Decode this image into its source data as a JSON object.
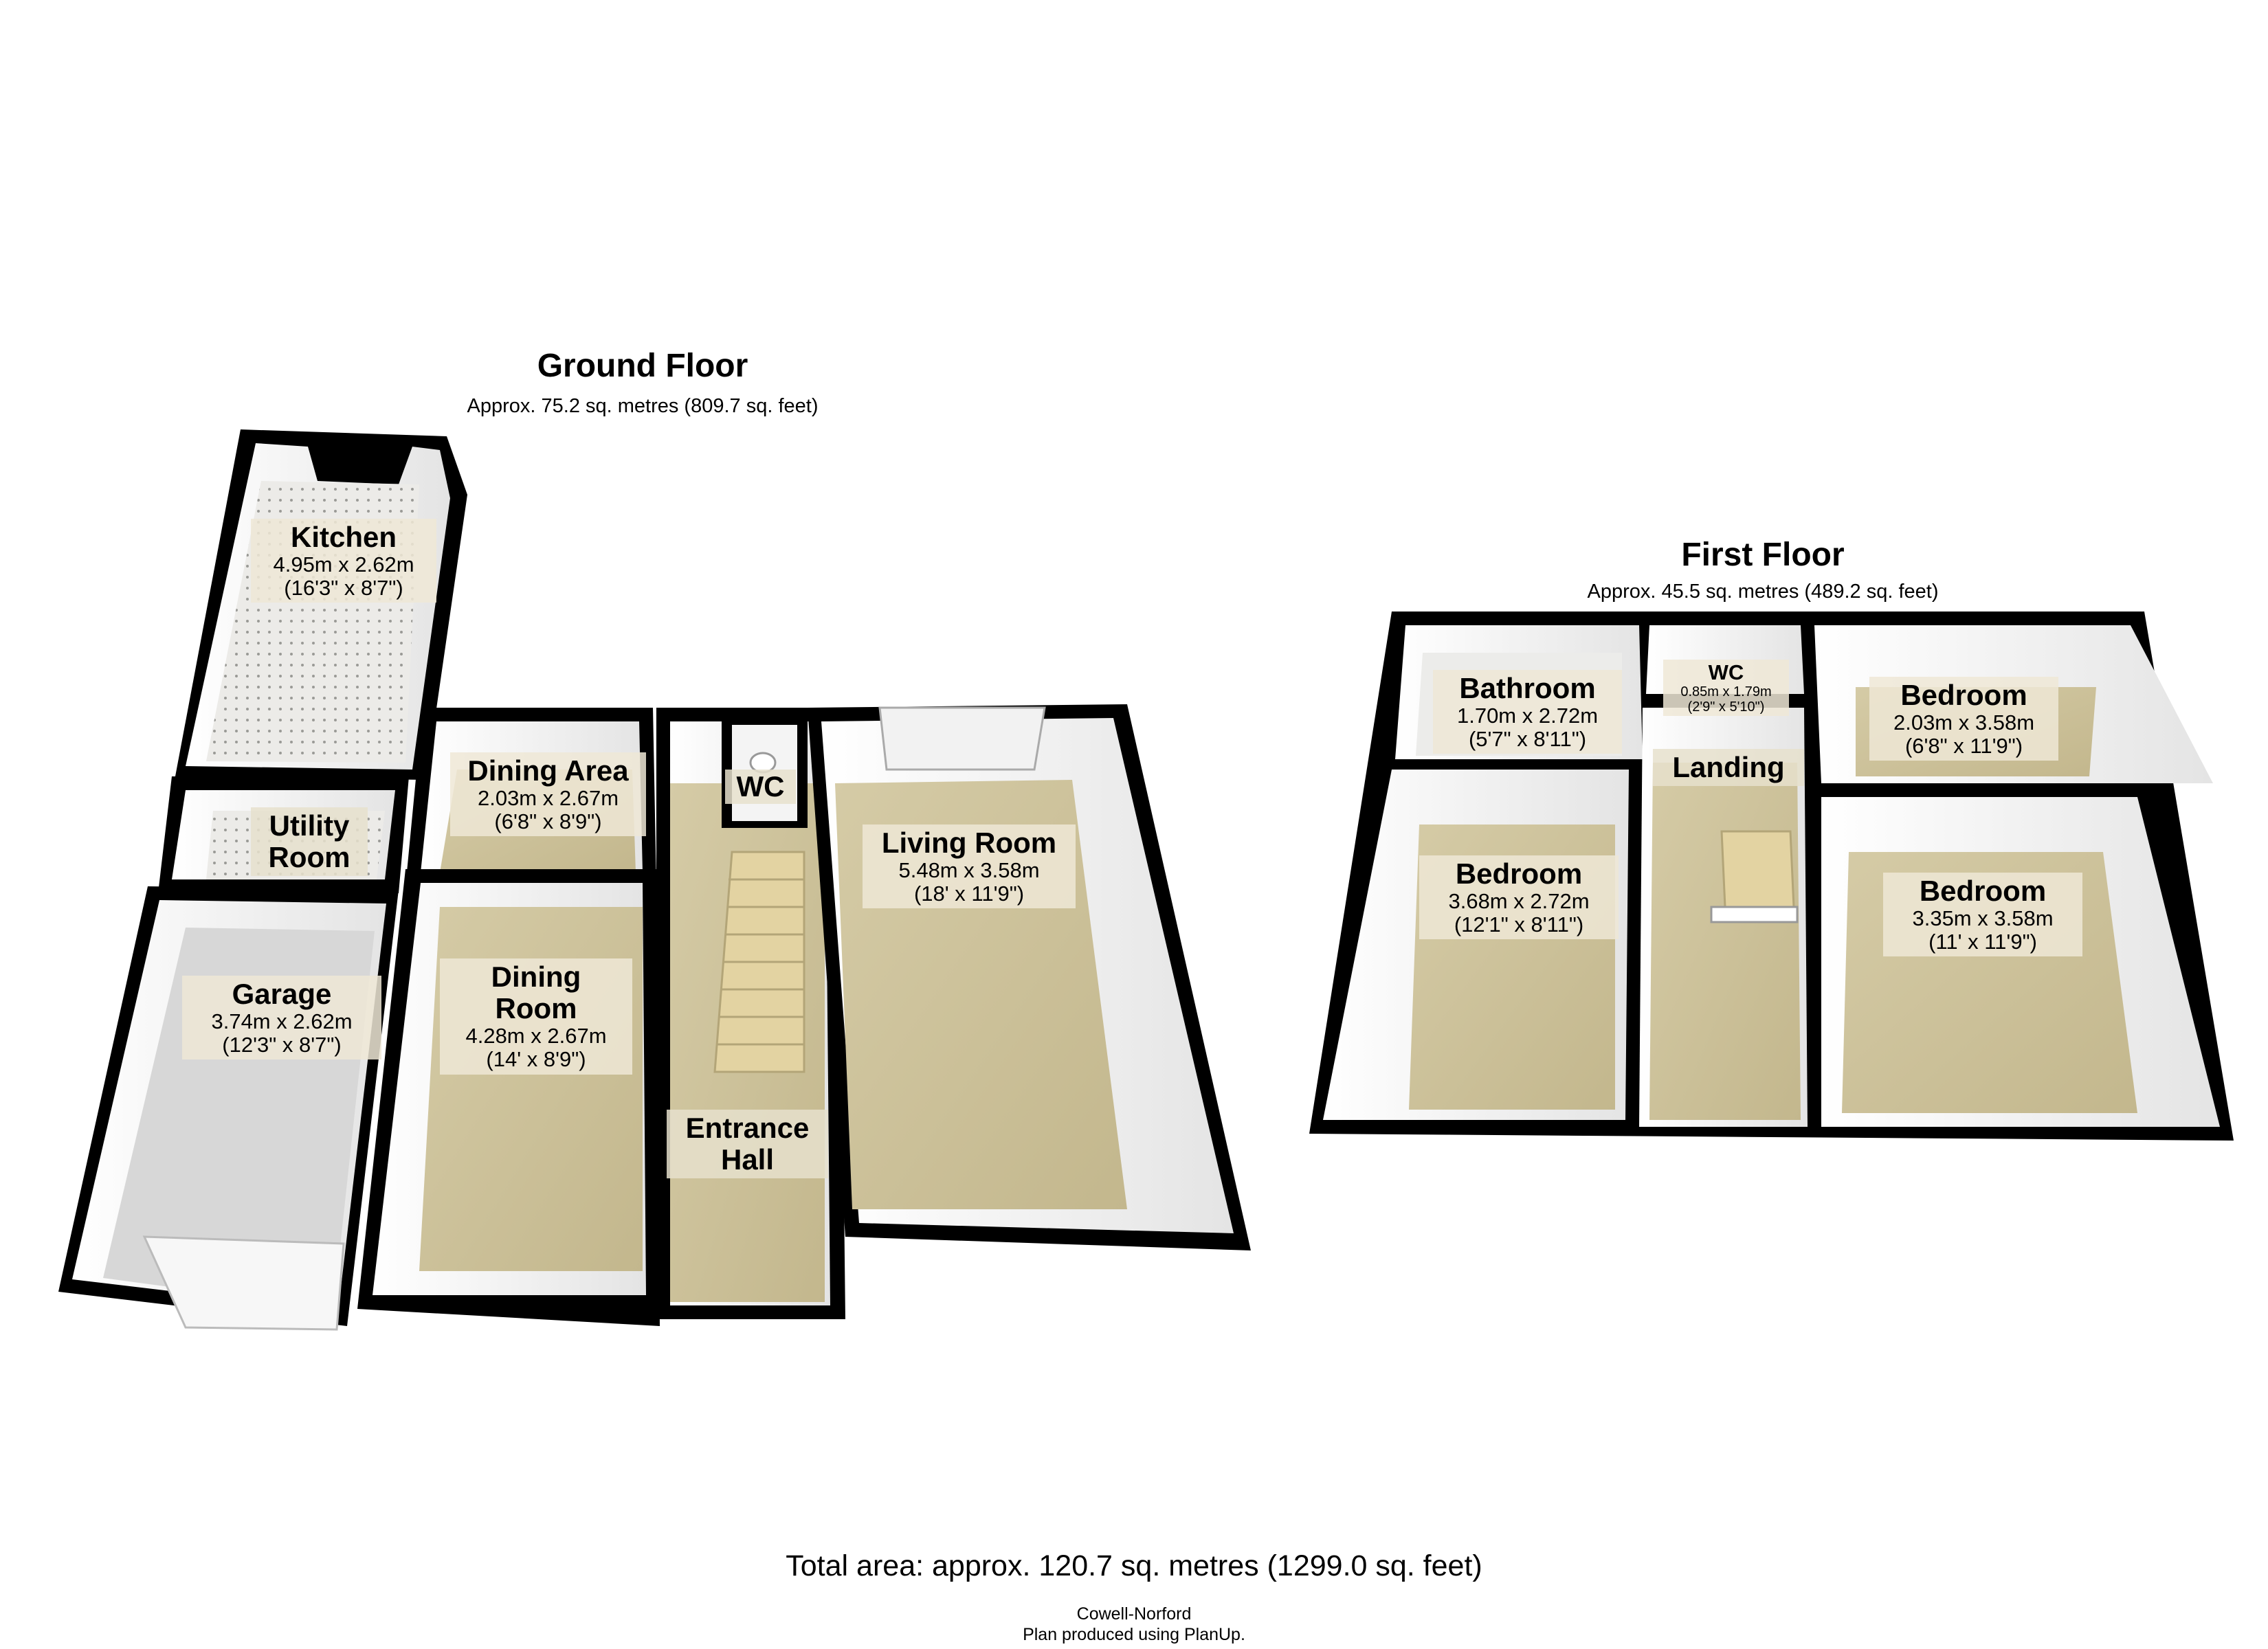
{
  "ground_floor": {
    "title": "Ground Floor",
    "area": "Approx. 75.2 sq. metres (809.7 sq. feet)",
    "rooms": [
      {
        "name": "Kitchen",
        "metric": "4.95m x 2.62m",
        "imperial": "(16'3\" x 8'7\")"
      },
      {
        "name": "Utility Room",
        "metric": "",
        "imperial": ""
      },
      {
        "name": "Garage",
        "metric": "3.74m x 2.62m",
        "imperial": "(12'3\" x 8'7\")"
      },
      {
        "name": "Dining Area",
        "metric": "2.03m x 2.67m",
        "imperial": "(6'8\" x 8'9\")"
      },
      {
        "name": "Dining Room",
        "metric": "4.28m x 2.67m",
        "imperial": "(14' x 8'9\")"
      },
      {
        "name": "WC",
        "metric": "",
        "imperial": ""
      },
      {
        "name": "Living Room",
        "metric": "5.48m x 3.58m",
        "imperial": "(18' x 11'9\")"
      },
      {
        "name": "Entrance Hall",
        "metric": "",
        "imperial": ""
      }
    ]
  },
  "first_floor": {
    "title": "First Floor",
    "area": "Approx. 45.5 sq. metres (489.2 sq. feet)",
    "rooms": [
      {
        "name": "Bathroom",
        "metric": "1.70m x 2.72m",
        "imperial": "(5'7\" x 8'11\")"
      },
      {
        "name": "WC",
        "metric": "0.85m x 1.79m",
        "imperial": "(2'9\" x 5'10\")"
      },
      {
        "name": "Bedroom",
        "metric": "2.03m x 3.58m",
        "imperial": "(6'8\" x 11'9\")"
      },
      {
        "name": "Landing",
        "metric": "",
        "imperial": ""
      },
      {
        "name": "Bedroom",
        "metric": "3.68m x 2.72m",
        "imperial": "(12'1\" x 8'11\")"
      },
      {
        "name": "Bedroom",
        "metric": "3.35m x 3.58m",
        "imperial": "(11' x 11'9\")"
      }
    ]
  },
  "total_area": "Total area: approx. 120.7 sq. metres (1299.0 sq. feet)",
  "credit": {
    "company": "Cowell-Norford",
    "produced_by": "Plan produced using PlanUp."
  },
  "colors": {
    "wall": "#000000",
    "inner_wall": "#f2f2f2",
    "carpet": "#cdc29b",
    "tile": "#e9e9e6",
    "garage_floor": "#d7d7d7",
    "window": "#a8d8d0"
  }
}
